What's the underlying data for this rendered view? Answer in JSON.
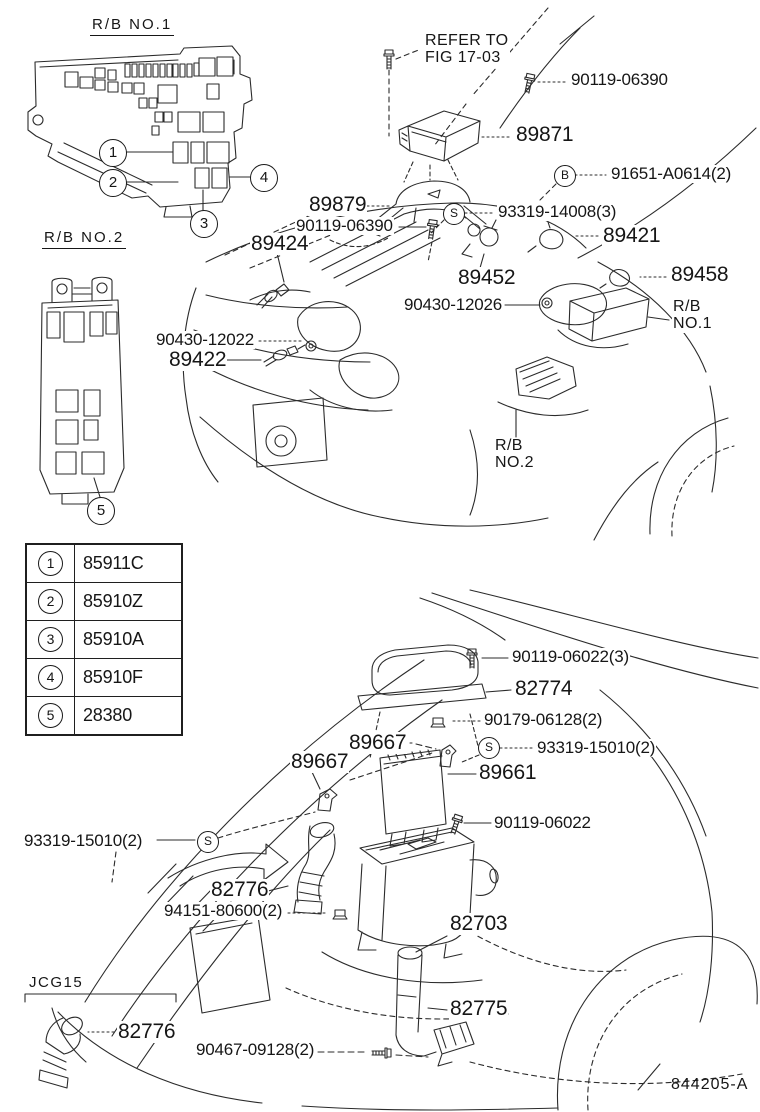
{
  "titles": {
    "rb1": "R/B NO.1",
    "rb2": "R/B NO.2",
    "jcg": "JCG15"
  },
  "footer": {
    "code": "844205-A"
  },
  "symbols": {
    "s": "S",
    "b": "B"
  },
  "callouts": {
    "c1": "1",
    "c2": "2",
    "c3": "3",
    "c4": "4",
    "c5": "5"
  },
  "table": {
    "rows": [
      [
        "1",
        "85911C"
      ],
      [
        "2",
        "85910Z"
      ],
      [
        "3",
        "85910A"
      ],
      [
        "4",
        "85910F"
      ],
      [
        "5",
        "28380"
      ]
    ]
  },
  "upper": {
    "refer1": "REFER TO",
    "refer2": "FIG 17-03",
    "bolt_top": "90119-06390",
    "ecu": "89871",
    "screw_b": "91651-A0614(2)",
    "bracket": "89879",
    "screw_s": "93319-14008(3)",
    "bolt_mid": "90119-06390",
    "s89424": "89424",
    "s89421": "89421",
    "s89452": "89452",
    "s89458": "89458",
    "rb1_l1": "R/B",
    "rb1_l2": "NO.1",
    "g12026": "90430-12026",
    "g12022": "90430-12022",
    "s89422": "89422",
    "rb2_l1": "R/B",
    "rb2_l2": "NO.2"
  },
  "lower": {
    "bolt3": "90119-06022(3)",
    "lid": "82774",
    "nut_flange": "90179-06128(2)",
    "bracket_r": "89667",
    "screw_s_r": "93319-15010(2)",
    "bracket_l": "89667",
    "ecu": "89661",
    "bolt1": "90119-06022",
    "screw_s_l": "93319-15010(2)",
    "hose": "82776",
    "nut_pan": "94151-80600(2)",
    "case": "82703",
    "pipe": "82775",
    "hose_inset": "82776",
    "clip": "90467-09128(2)"
  }
}
